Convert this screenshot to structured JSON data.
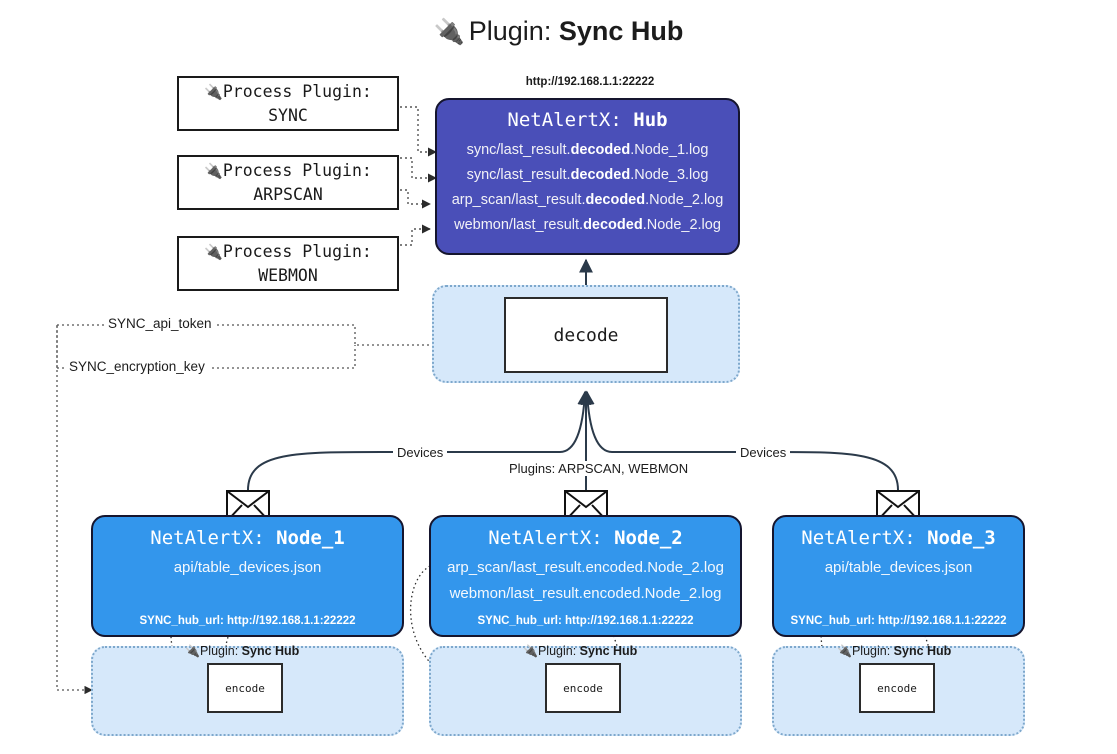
{
  "title": {
    "icon": "plug-icon",
    "prefix": "Plugin: ",
    "name": "Sync Hub"
  },
  "process_plugins": [
    {
      "icon": "plug-icon",
      "line1": "Process Plugin:",
      "line2": "SYNC"
    },
    {
      "icon": "plug-icon",
      "line1": "Process Plugin:",
      "line2": "ARPSCAN"
    },
    {
      "icon": "plug-icon",
      "line1": "Process Plugin:",
      "line2": "WEBMON"
    }
  ],
  "hub": {
    "url": "http://192.168.1.1:22222",
    "title_prefix": "NetAlertX: ",
    "title_name": "Hub",
    "logs": [
      {
        "pre": "sync/last_result.",
        "mid": "decoded",
        "post": ".Node_1.log"
      },
      {
        "pre": "sync/last_result.",
        "mid": "decoded",
        "post": ".Node_3.log"
      },
      {
        "pre": "arp_scan/last_result.",
        "mid": "decoded",
        "post": ".Node_2.log"
      },
      {
        "pre": "webmon/last_result.",
        "mid": "decoded",
        "post": ".Node_2.log"
      }
    ]
  },
  "decode": {
    "label": "decode"
  },
  "tokens": [
    {
      "label": "SYNC_api_token"
    },
    {
      "label": "SYNC_encryption_key"
    }
  ],
  "edge_labels": {
    "devices_left": "Devices",
    "devices_right": "Devices",
    "plugins_center": "Plugins: ARPSCAN, WEBMON"
  },
  "nodes": [
    {
      "title_prefix": "NetAlertX: ",
      "title_name": "Node_1",
      "lines": [
        "api/table_devices.json"
      ],
      "footer": "SYNC_hub_url: http://192.168.1.1:22222",
      "envelope_icon": "envelope-icon"
    },
    {
      "title_prefix": "NetAlertX: ",
      "title_name": "Node_2",
      "lines": [
        "arp_scan/last_result.encoded.Node_2.log",
        "webmon/last_result.encoded.Node_2.log"
      ],
      "footer": "SYNC_hub_url: http://192.168.1.1:22222",
      "envelope_icon": "envelope-icon"
    },
    {
      "title_prefix": "NetAlertX: ",
      "title_name": "Node_3",
      "lines": [
        "api/table_devices.json"
      ],
      "footer": "SYNC_hub_url: http://192.168.1.1:22222",
      "envelope_icon": "envelope-icon"
    }
  ],
  "encoders": [
    {
      "icon": "plug-icon",
      "label_prefix": "Plugin: ",
      "label_name": "Sync Hub",
      "box": "encode"
    },
    {
      "icon": "plug-icon",
      "label_prefix": "Plugin: ",
      "label_name": "Sync Hub",
      "box": "encode"
    },
    {
      "icon": "plug-icon",
      "label_prefix": "Plugin: ",
      "label_name": "Sync Hub",
      "box": "encode"
    }
  ],
  "colors": {
    "hub_fill": "#4a4fb8",
    "node_fill": "#3396ec",
    "container_fill": "#d6e8fa",
    "container_border": "#7ea8cc",
    "stroke": "#15152e",
    "text": "#1c1c1c"
  }
}
